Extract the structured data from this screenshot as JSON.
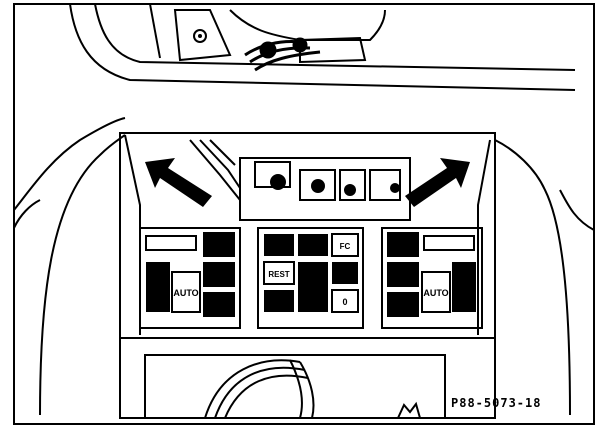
{
  "diagram": {
    "reference_code": "P88-5073-18",
    "control_panels": {
      "left": {
        "auto_label": "AUTO"
      },
      "center": {
        "rest_label": "REST",
        "fc_label": "FC",
        "zero_label": "0"
      },
      "right": {
        "auto_label": "AUTO"
      }
    },
    "arrows": [
      "removal-direction-left",
      "removal-direction-right"
    ],
    "colors": {
      "ink": "#000000",
      "paper": "#ffffff"
    }
  }
}
